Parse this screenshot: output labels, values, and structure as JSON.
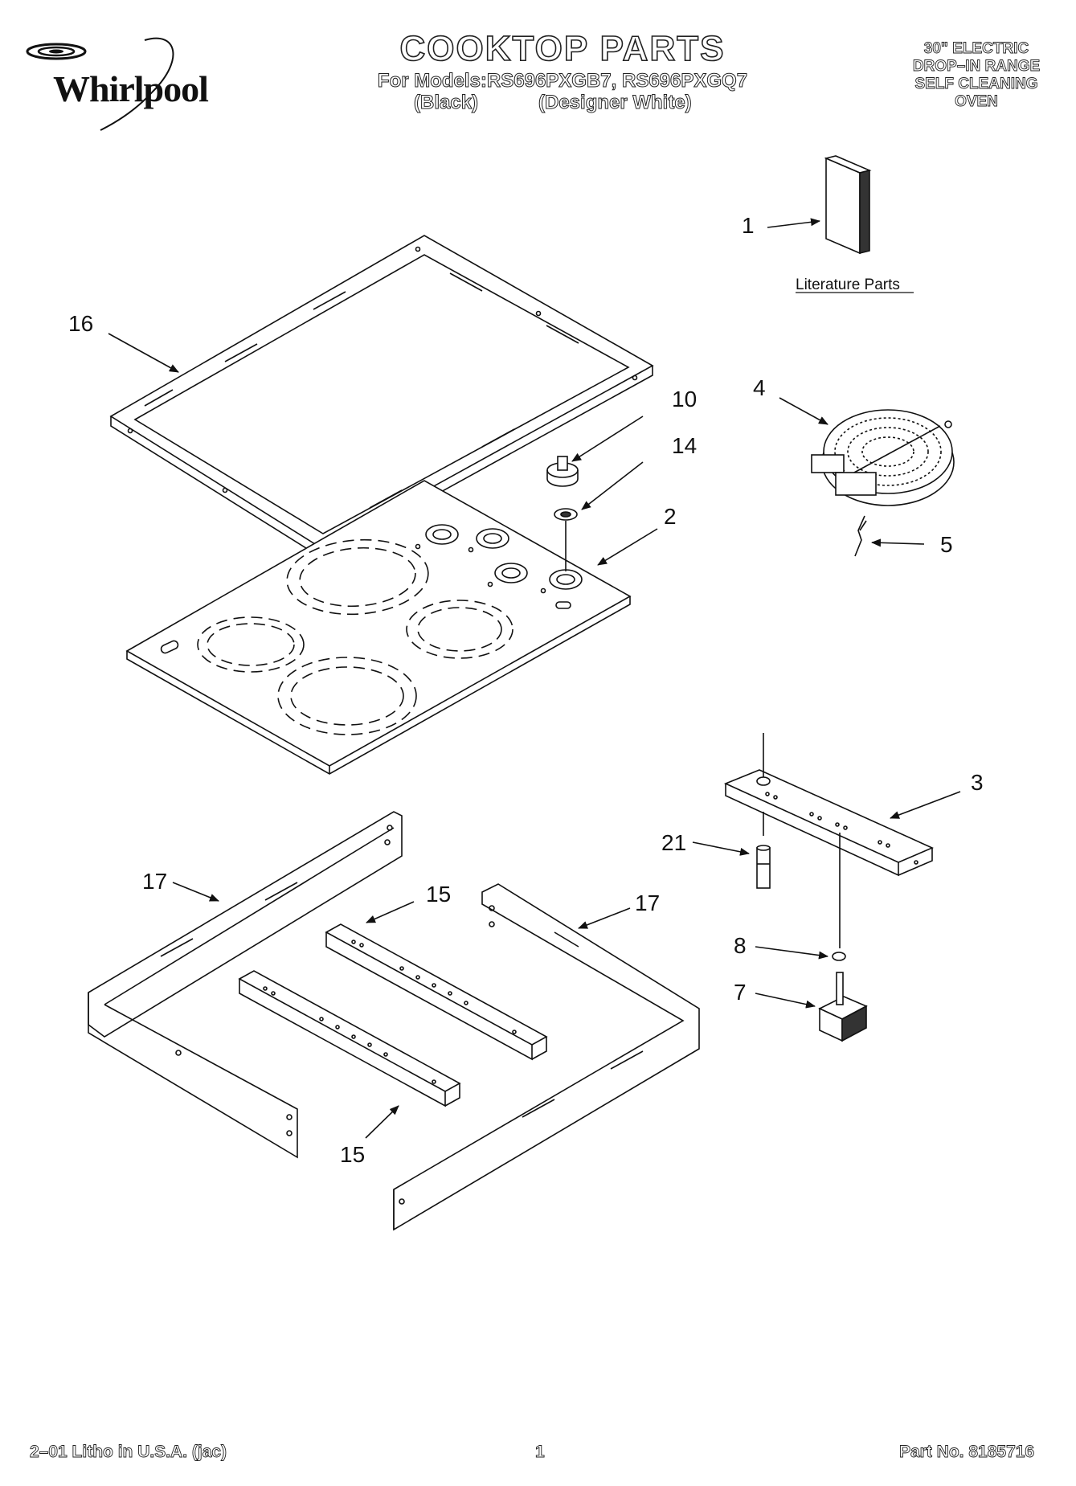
{
  "brand": {
    "name": "Whirlpool"
  },
  "header": {
    "title": "COOKTOP PARTS",
    "models_line": "For Models:RS696PXGB7, RS696PXGQ7",
    "color_black": "(Black)",
    "color_white": "(Designer White)",
    "product_lines": [
      "30\" ELECTRIC",
      "DROP–IN RANGE",
      "SELF CLEANING",
      "OVEN"
    ]
  },
  "literature_label": "Literature Parts",
  "callouts": {
    "c1": "1",
    "c2": "2",
    "c3": "3",
    "c4": "4",
    "c5": "5",
    "c7": "7",
    "c8": "8",
    "c10": "10",
    "c14": "14",
    "c15a": "15",
    "c15b": "15",
    "c16": "16",
    "c17a": "17",
    "c17b": "17",
    "c21": "21"
  },
  "footer": {
    "left": "2–01 Litho in U.S.A. (jac)",
    "page": "1",
    "part_no": "Part No. 8185716"
  }
}
